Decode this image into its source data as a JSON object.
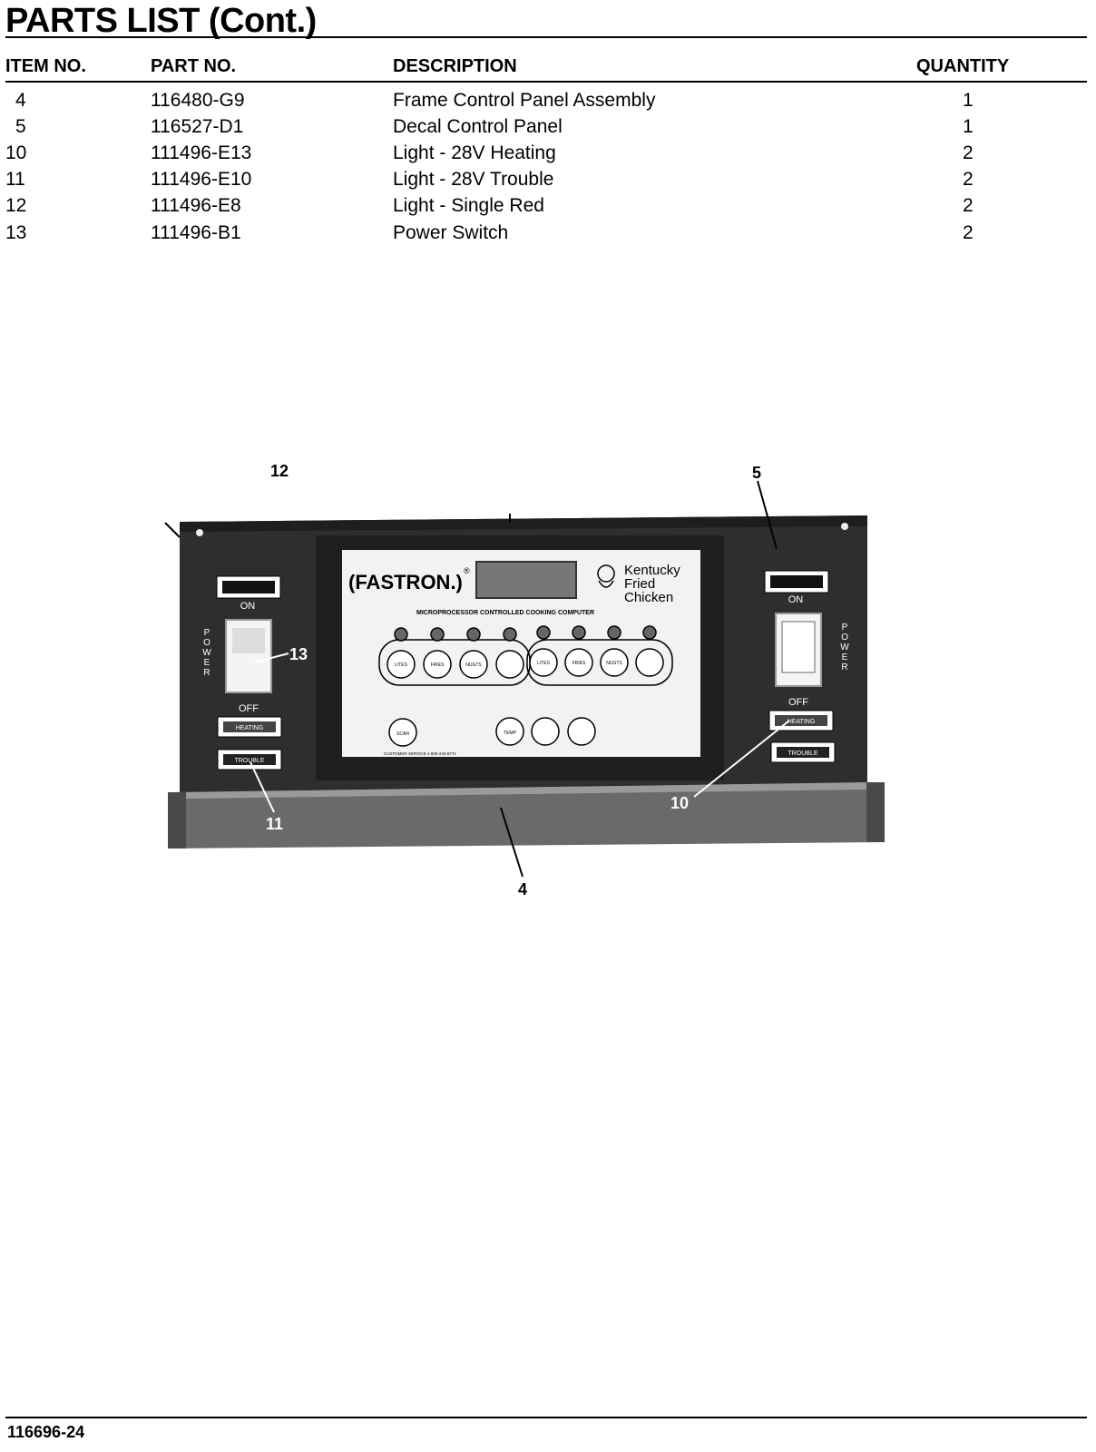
{
  "page": {
    "title": "PARTS LIST (Cont.)",
    "footer_code": "116696-24"
  },
  "table": {
    "headers": {
      "item": "ITEM NO.",
      "part": "PART NO.",
      "description": "DESCRIPTION",
      "quantity": "QUANTITY"
    },
    "rows": [
      {
        "item": "4",
        "part": "116480-G9",
        "description": "Frame Control Panel Assembly",
        "quantity": "1"
      },
      {
        "item": "5",
        "part": "116527-D1",
        "description": "Decal Control Panel",
        "quantity": "1"
      },
      {
        "item": "10",
        "part": "111496-E13",
        "description": "Light - 28V Heating",
        "quantity": "2"
      },
      {
        "item": "11",
        "part": "111496-E10",
        "description": "Light - 28V Trouble",
        "quantity": "2"
      },
      {
        "item": "12",
        "part": "111496-E8",
        "description": "Light - Single Red",
        "quantity": "2"
      },
      {
        "item": "13",
        "part": "111496-B1",
        "description": "Power Switch",
        "quantity": "2"
      }
    ]
  },
  "figure": {
    "callouts": {
      "c12": "12",
      "c5": "5",
      "c13": "13",
      "c11": "11",
      "c10": "10",
      "c4": "4"
    },
    "panel": {
      "brand": "(FASTRON.)",
      "brand_mark": "®",
      "kfc_line1": "Kentucky",
      "kfc_line2": "Fried",
      "kfc_line3": "Chicken",
      "subtitle": "MICROPROCESSOR CONTROLLED COOKING COMPUTER",
      "on_label": "ON",
      "off_label": "OFF",
      "power_label": "POWER",
      "heating_label": "HEATING",
      "trouble_label": "TROUBLE",
      "key_labels": [
        "LITES",
        "FRIES",
        "NUGTS",
        "",
        "LITES",
        "FRIES",
        "NUGTS",
        ""
      ],
      "scan_label": "SCAN",
      "temp_label": "TEMP",
      "service_line": "CUSTOMER SERVICE 1-800-243-8771"
    }
  }
}
